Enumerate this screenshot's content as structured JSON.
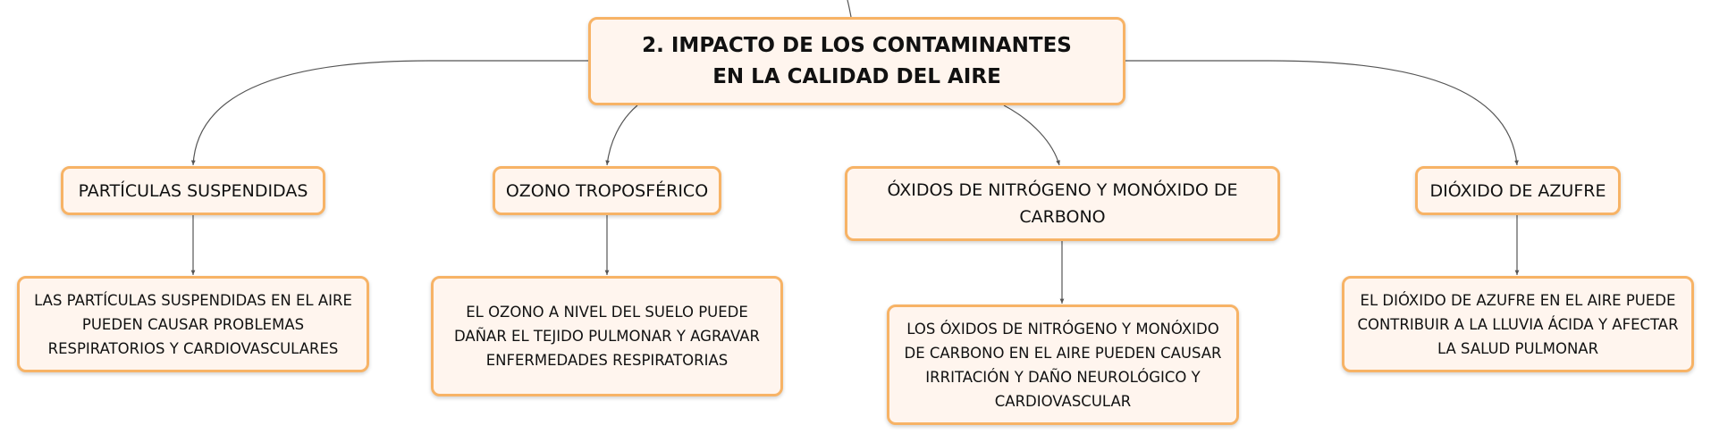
{
  "root": {
    "title": "2. IMPACTO DE LOS CONTAMINANTES EN LA CALIDAD DEL AIRE"
  },
  "topics": [
    {
      "id": "particulas",
      "label": "PARTÍCULAS SUSPENDIDAS",
      "detail": "LAS PARTÍCULAS SUSPENDIDAS EN EL AIRE PUEDEN CAUSAR PROBLEMAS RESPIRATORIOS Y CARDIOVASCULARES"
    },
    {
      "id": "ozono",
      "label": "OZONO TROPOSFÉRICO",
      "detail": "EL OZONO A NIVEL DEL SUELO PUEDE DAÑAR EL TEJIDO PULMONAR Y AGRAVAR ENFERMEDADES RESPIRATORIAS"
    },
    {
      "id": "oxidos",
      "label": "ÓXIDOS DE NITRÓGENO Y MONÓXIDO DE CARBONO",
      "detail": "LOS ÓXIDOS DE NITRÓGENO Y MONÓXIDO DE CARBONO EN EL AIRE PUEDEN CAUSAR IRRITACIÓN Y DAÑO NEUROLÓGICO Y CARDIOVASCULAR"
    },
    {
      "id": "dioxido",
      "label": "DIÓXIDO DE AZUFRE",
      "detail": "EL DIÓXIDO DE AZUFRE EN EL AIRE PUEDE CONTRIBUIR A LA LLUVIA ÁCIDA Y AFECTAR LA SALUD PULMONAR"
    }
  ],
  "colors": {
    "node_fill": "#fff5ee",
    "node_border": "#f7b366",
    "connector": "#555555",
    "text": "#111111"
  }
}
